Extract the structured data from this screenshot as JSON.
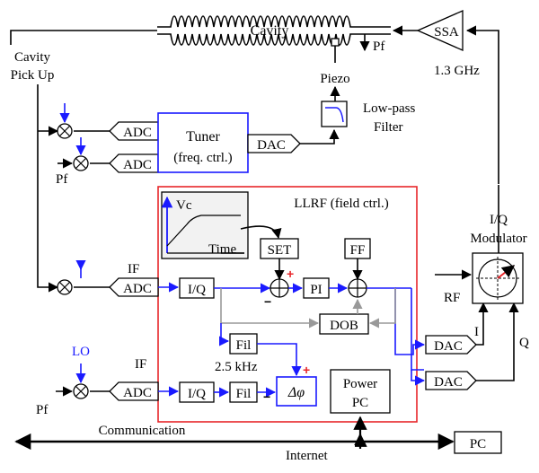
{
  "diagram": {
    "cavity": "Cavity",
    "ssa": "SSA",
    "pf_top": "Pf",
    "freq": "1.3 GHz",
    "cavity_pickup_line1": "Cavity",
    "cavity_pickup_line2": "Pick Up",
    "piezo": "Piezo",
    "lpf_line1": "Low-pass",
    "lpf_line2": "Filter",
    "adc": "ADC",
    "dac": "DAC",
    "tuner_line1": "Tuner",
    "tuner_line2": "(freq. ctrl.)",
    "pf_tuner": "Pf",
    "llrf": "LLRF (field ctrl.)",
    "vc": "Vc",
    "time": "Time",
    "set": "SET",
    "ff": "FF",
    "pi": "PI",
    "iq": "I/Q",
    "dob": "DOB",
    "fil": "Fil",
    "bw_2_5": "2.5 kHz",
    "dphi": "Δφ",
    "power_pc_line1": "Power",
    "power_pc_line2": "PC",
    "if_label": "IF",
    "lo": "LO",
    "pf_bottom": "Pf",
    "iq_mod_line1": "I/Q",
    "iq_mod_line2": "Modulator",
    "rf": "RF",
    "i": "I",
    "q": "Q",
    "communication": "Communication",
    "internet": "Internet",
    "pc": "PC",
    "plus": "+",
    "minus": "−"
  },
  "colors": {
    "signal_blue": "#1a1aff",
    "llrf_border": "#e8262a",
    "tuner_border": "#1a1aff",
    "dob_feedback": "#999999",
    "modulator_needle": "#e8262a"
  }
}
